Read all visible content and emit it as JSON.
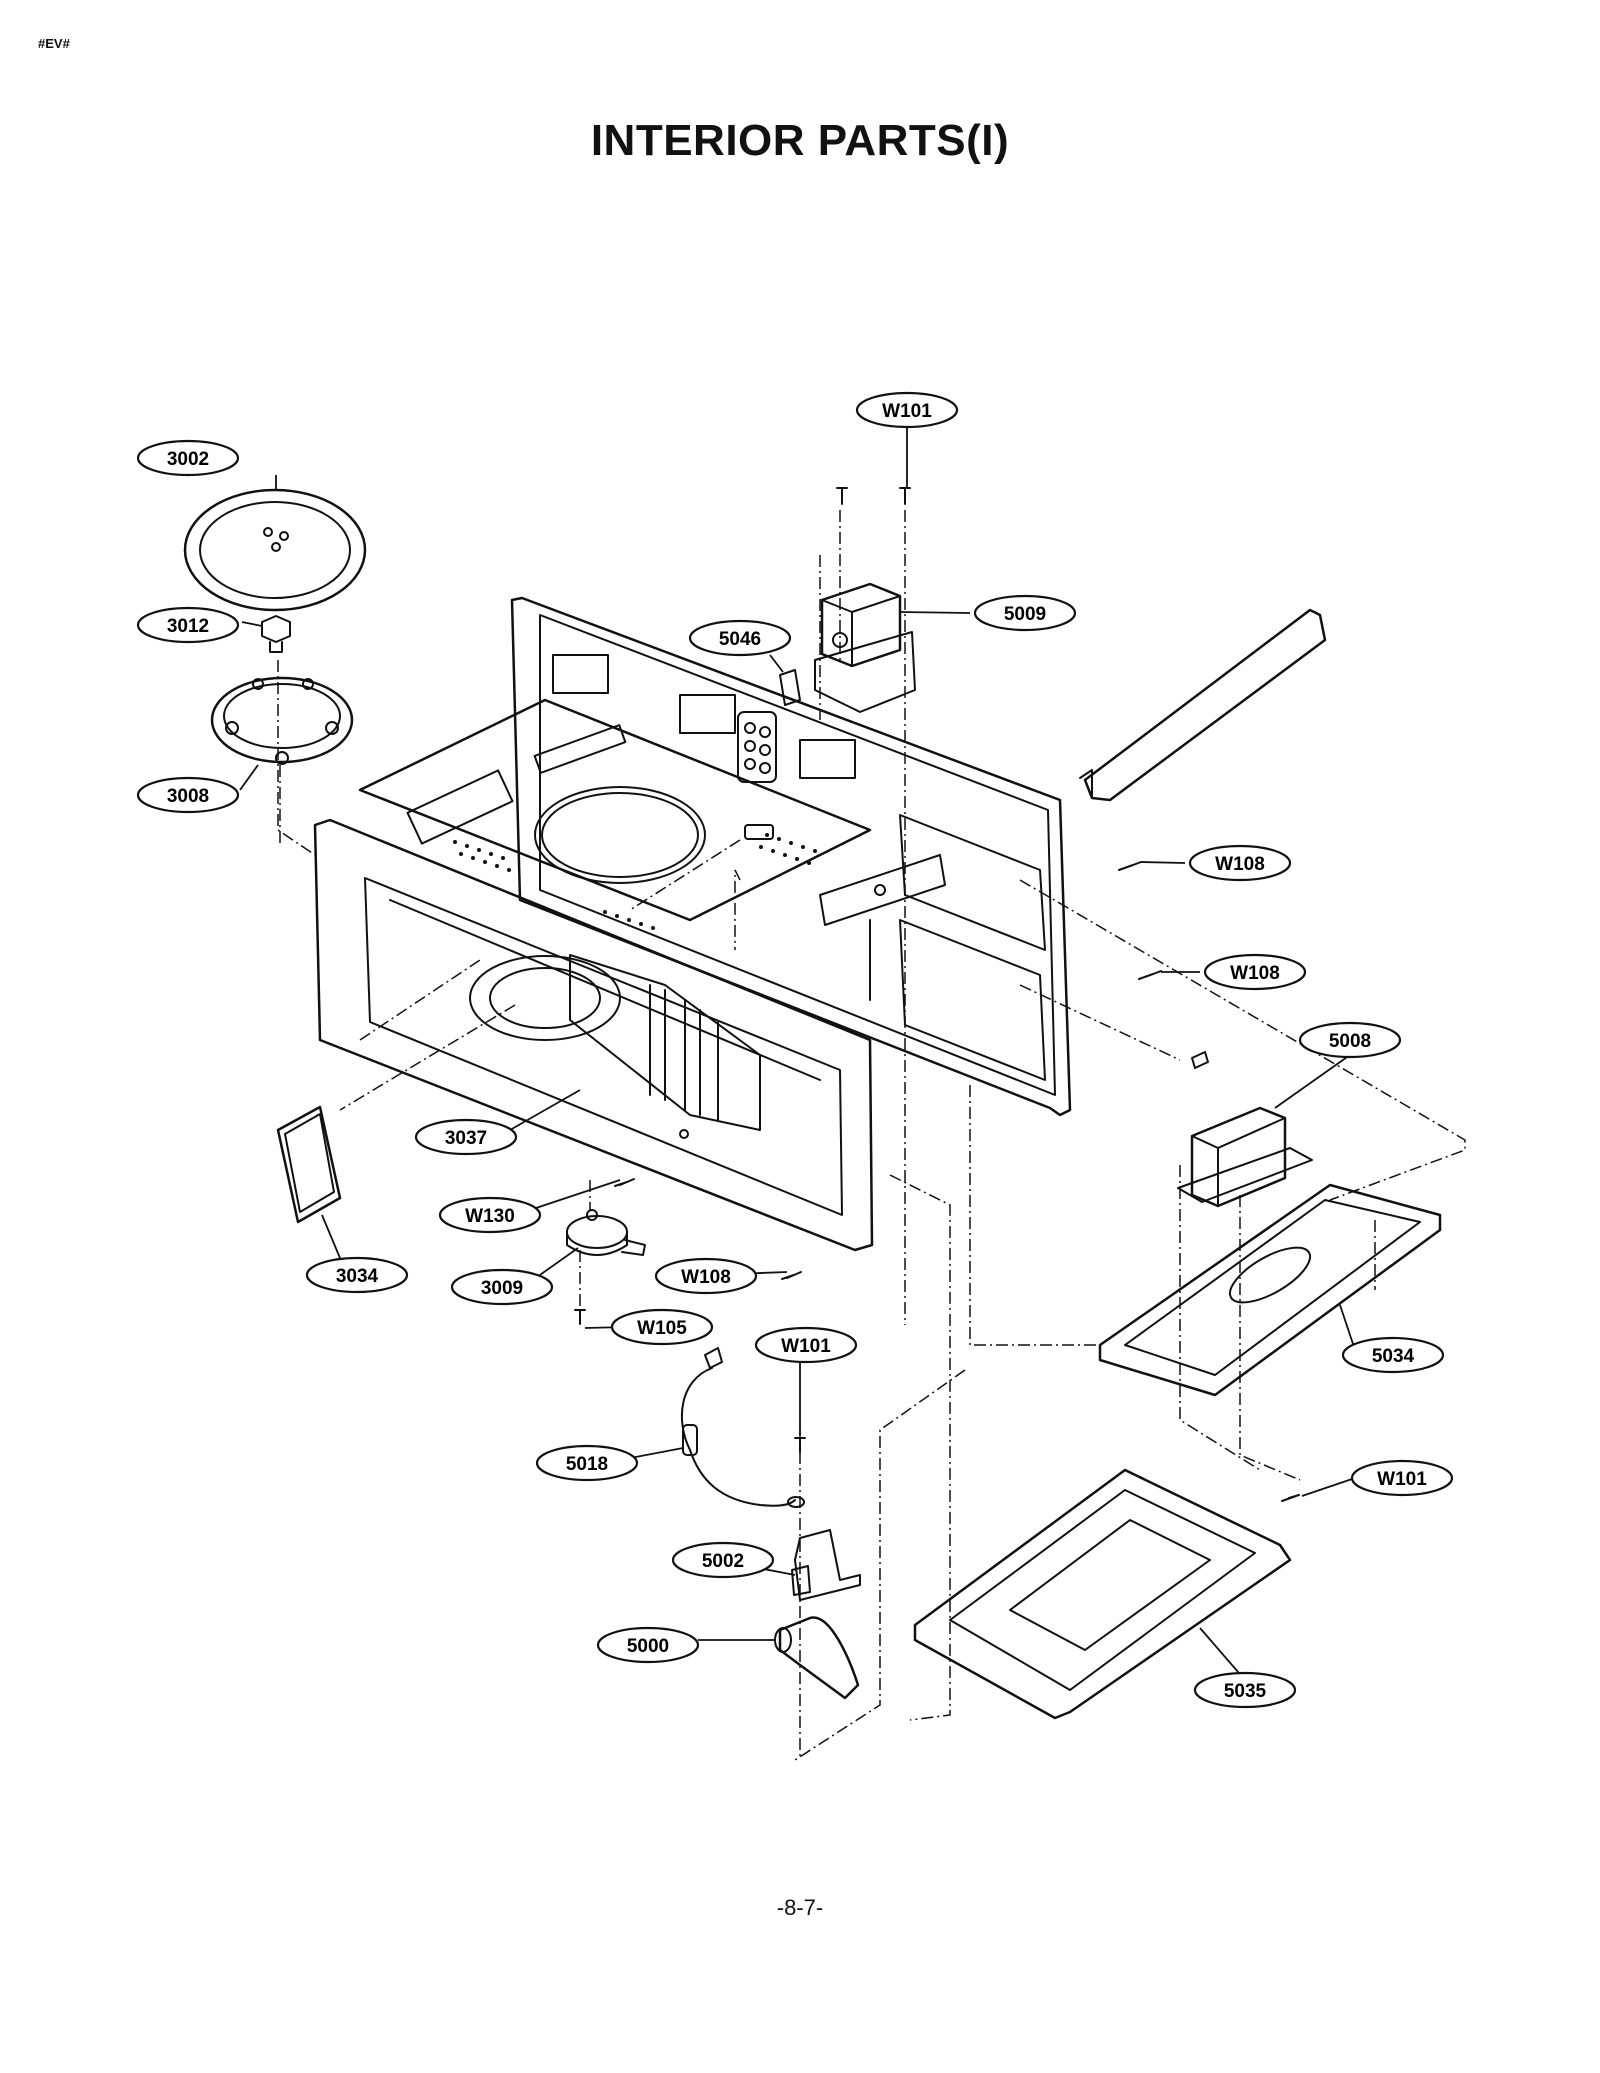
{
  "header": {
    "doc_code": "#EV#"
  },
  "title": "INTERIOR PARTS(I)",
  "page_number": "-8-7-",
  "callouts": [
    {
      "id": "c1",
      "label": "W101"
    },
    {
      "id": "c2",
      "label": "3002"
    },
    {
      "id": "c3",
      "label": "3012"
    },
    {
      "id": "c4",
      "label": "5046"
    },
    {
      "id": "c5",
      "label": "5009"
    },
    {
      "id": "c6",
      "label": "3008"
    },
    {
      "id": "c7",
      "label": "W108"
    },
    {
      "id": "c8",
      "label": "W108"
    },
    {
      "id": "c9",
      "label": "5008"
    },
    {
      "id": "c10",
      "label": "3037"
    },
    {
      "id": "c11",
      "label": "W130"
    },
    {
      "id": "c12",
      "label": "3034"
    },
    {
      "id": "c13",
      "label": "3009"
    },
    {
      "id": "c14",
      "label": "W108"
    },
    {
      "id": "c15",
      "label": "W105"
    },
    {
      "id": "c16",
      "label": "W101"
    },
    {
      "id": "c17",
      "label": "5034"
    },
    {
      "id": "c18",
      "label": "5018"
    },
    {
      "id": "c19",
      "label": "W101"
    },
    {
      "id": "c20",
      "label": "5002"
    },
    {
      "id": "c21",
      "label": "5000"
    },
    {
      "id": "c22",
      "label": "5035"
    }
  ]
}
